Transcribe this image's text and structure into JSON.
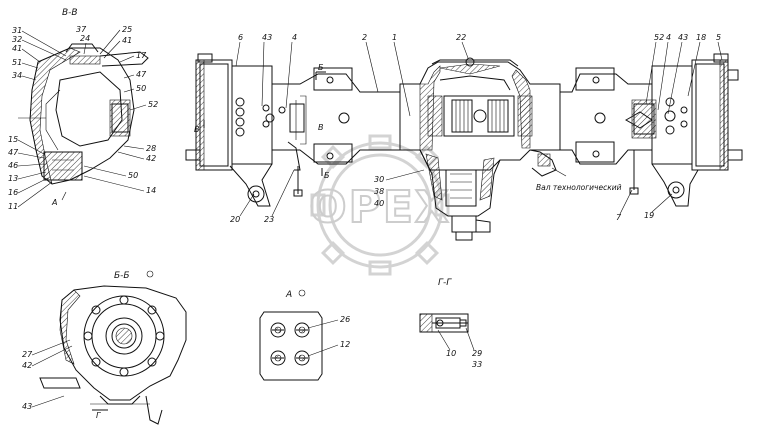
{
  "sections": {
    "bb": "В-В",
    "b_b": "Б-Б",
    "gg": "Г-Г",
    "a_view": "А",
    "view_a_left": "А",
    "mark_b_top": "Б",
    "mark_b_bottom": "Б",
    "mark_v_left": "В",
    "mark_v_right": "В",
    "mark_g": "Г"
  },
  "note_shaft": "Вал технологический",
  "watermark": "OPEX",
  "callouts_left": [
    "31",
    "32",
    "41",
    "51",
    "34",
    "37",
    "24",
    "25",
    "41",
    "17",
    "47",
    "50",
    "52",
    "28",
    "42",
    "14",
    "50",
    "15",
    "47",
    "46",
    "13",
    "16",
    "11"
  ],
  "callouts_main": [
    "6",
    "43",
    "4",
    "2",
    "1",
    "22",
    "52",
    "4",
    "43",
    "18",
    "5",
    "20",
    "23",
    "19",
    "7",
    "30",
    "38",
    "40"
  ],
  "callouts_bottom": [
    "27",
    "42",
    "43",
    "26",
    "12",
    "10",
    "29",
    "33"
  ]
}
